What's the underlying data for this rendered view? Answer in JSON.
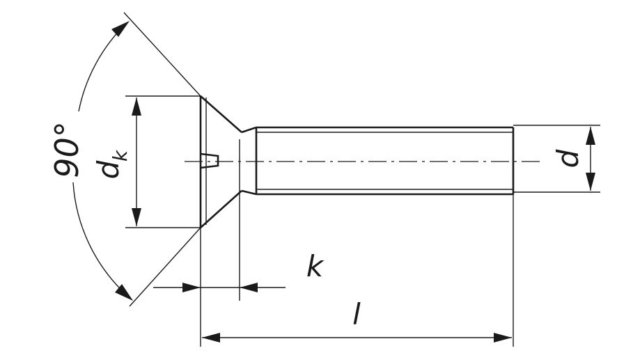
{
  "diagram": {
    "labels": {
      "angle": "90°",
      "head_diameter": "d",
      "head_diameter_subscript": "k",
      "shank_diameter": "d",
      "head_height": "k",
      "length": "l"
    }
  }
}
